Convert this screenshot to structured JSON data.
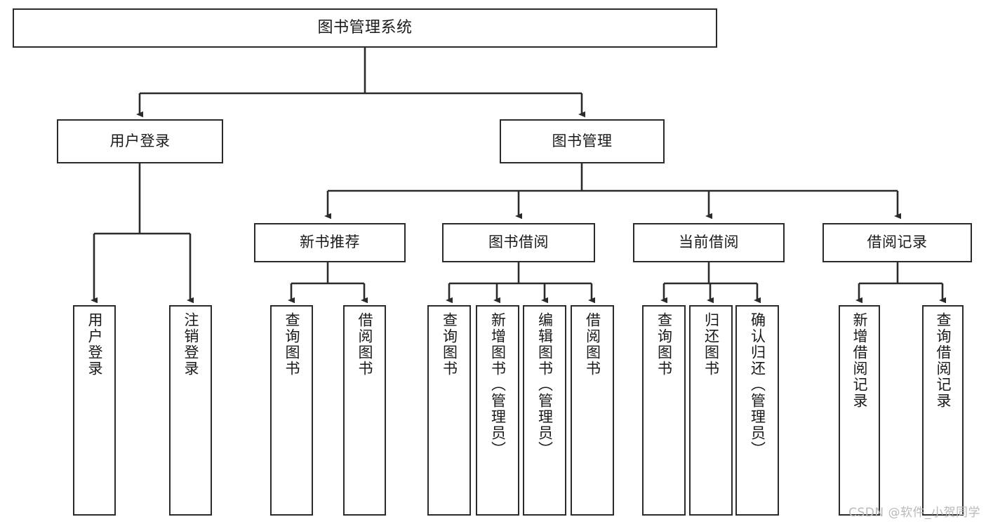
{
  "diagram": {
    "title": "图书管理系统",
    "type": "tree",
    "watermark": "CSDN @软件_小贺同学",
    "line_color": "#2b2b2b",
    "box_fill": "#ffffff",
    "text_color": "#1a1a1a",
    "nodes": {
      "root": "图书管理系统",
      "user_login": "用户登录",
      "book_manage": "图书管理",
      "new_book_rec": "新书推荐",
      "book_borrow": "图书借阅",
      "current_borrow": "当前借阅",
      "borrow_record": "借阅记录",
      "leaf_user_login": "用户登录",
      "leaf_user_logout": "注销登录",
      "leaf_query_book_1": "查询图书",
      "leaf_borrow_book_1": "借阅图书",
      "leaf_query_book_2": "查询图书",
      "leaf_add_book": "新增图书（管理员）",
      "leaf_edit_book": "编辑图书（管理员）",
      "leaf_borrow_book_2": "借阅图书",
      "leaf_query_book_3": "查询图书",
      "leaf_return_book": "归还图书",
      "leaf_confirm_return": "确认归还（管理员）",
      "leaf_add_record": "新增借阅记录",
      "leaf_query_record": "查询借阅记录"
    }
  }
}
